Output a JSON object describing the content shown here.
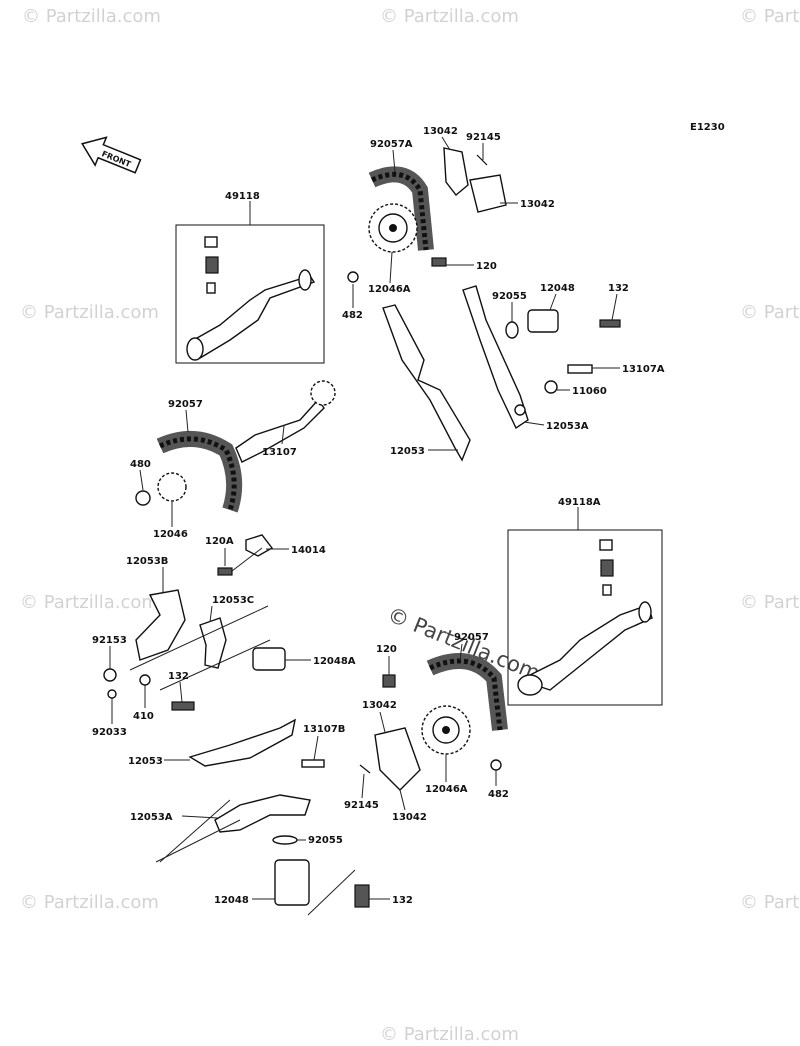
{
  "diagram_code": "E1230",
  "front_label": "FRONT",
  "watermark": "© Partzilla.com",
  "parts": {
    "p49118": "49118",
    "p92057A": "92057A",
    "p13042_top": "13042",
    "p92145_top": "92145",
    "p13042_top2": "13042",
    "p120_top": "120",
    "p12046A_top": "12046A",
    "p482_top": "482",
    "p92055_top": "92055",
    "p12048_top": "12048",
    "p132_top": "132",
    "p13107A": "13107A",
    "p11060": "11060",
    "p12053A_top": "12053A",
    "p12053_top": "12053",
    "p92057": "92057",
    "p13107": "13107",
    "p480": "480",
    "p12046": "12046",
    "p120A": "120A",
    "p14014": "14014",
    "p12053B": "12053B",
    "p12053C": "12053C",
    "p49118A": "49118A",
    "p92153": "92153",
    "p132_mid": "132",
    "p12048A": "12048A",
    "p410": "410",
    "p92033": "92033",
    "p120_bot": "120",
    "p92057_bot": "92057",
    "p13042_bot": "13042",
    "p13107B": "13107B",
    "p12053_bot": "12053",
    "p12046A_bot": "12046A",
    "p482_bot": "482",
    "p92145_bot": "92145",
    "p13042_bot2": "13042",
    "p12053A_bot": "12053A",
    "p92055_bot": "92055",
    "p12048_bot": "12048",
    "p132_bot": "132"
  }
}
